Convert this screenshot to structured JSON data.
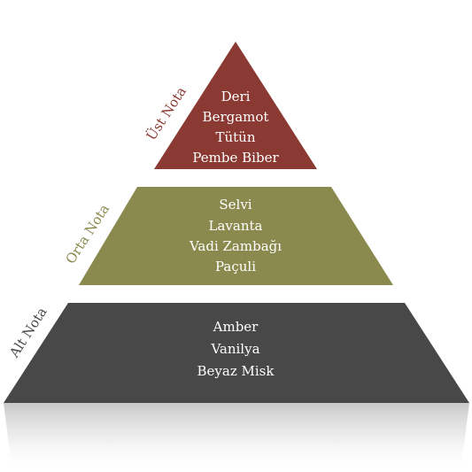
{
  "colors": {
    "background": "#ffffff",
    "top_tier": "#8a3a33",
    "middle_tier": "#8a8a4e",
    "bottom_tier": "#484848",
    "tier_text": "#ffffff"
  },
  "pyramid": {
    "top": {
      "side_label": "Üst Nota",
      "items": [
        "Deri",
        "Bergamot",
        "Tütün",
        "Pembe Biber"
      ]
    },
    "middle": {
      "side_label": "Orta Nota",
      "items": [
        "Selvi",
        "Lavanta",
        "Vadi Zambağı",
        "Paçuli"
      ]
    },
    "bottom": {
      "side_label": "Alt Nota",
      "items": [
        "Amber",
        "Vanilya",
        "Beyaz Misk"
      ]
    }
  }
}
